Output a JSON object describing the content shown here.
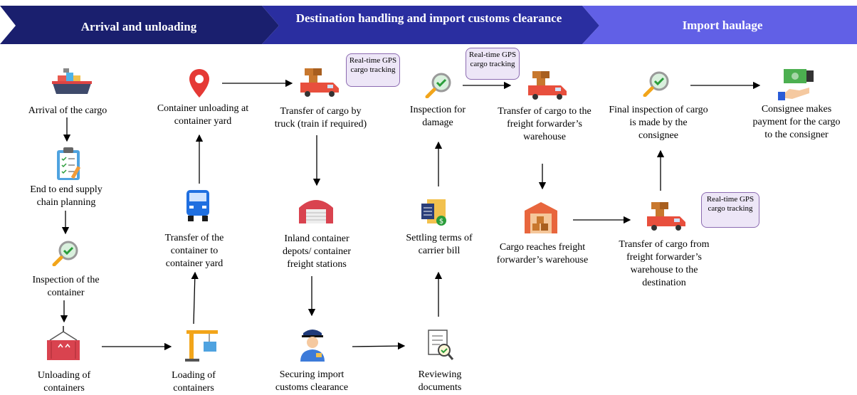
{
  "phases": [
    {
      "label": "Arrival and unloading",
      "color": "#1a1f6e"
    },
    {
      "label": "Destination handling and import customs clearance",
      "color": "#2a2ea0"
    },
    {
      "label": "Import haulage",
      "color": "#6160e6"
    }
  ],
  "steps": {
    "arrival": "Arrival of the cargo",
    "planning": "End to end supply chain planning",
    "inspection_container": "Inspection of the container",
    "unloading": "Unloading of containers",
    "loading": "Loading of containers",
    "transfer_yard": "Transfer of the container to container yard",
    "container_unloading": "Container unloading at container yard",
    "transfer_truck": "Transfer of cargo by truck (train if required)",
    "inland_depots": "Inland container depots/ container freight stations",
    "securing_clearance": "Securing import customs clearance",
    "reviewing": "Reviewing documents",
    "settling": "Settling terms of carrier bill",
    "inspection_damage": "Inspection for damage",
    "transfer_forwarder": "Transfer of cargo to the freight forwarder’s warehouse",
    "reaches_warehouse": "Cargo reaches freight forwarder’s warehouse",
    "transfer_destination": "Transfer of cargo from freight forwarder’s warehouse to the destination",
    "final_inspection": "Final inspection of cargo is made by the consignee",
    "payment": "Consignee makes payment for the cargo to the consigner"
  },
  "callouts": {
    "gps1": "Real-time GPS cargo tracking",
    "gps2": "Real-time GPS cargo tracking",
    "gps3": "Real-time GPS cargo tracking"
  },
  "icons": [
    "ship-icon",
    "clipboard-icon",
    "magnifier-check-icon",
    "container-hoist-icon",
    "crane-icon",
    "truck-front-icon",
    "location-pin-icon",
    "delivery-truck-icon",
    "warehouse-icon",
    "customs-officer-icon",
    "document-review-icon",
    "bill-icon",
    "money-hand-icon"
  ]
}
